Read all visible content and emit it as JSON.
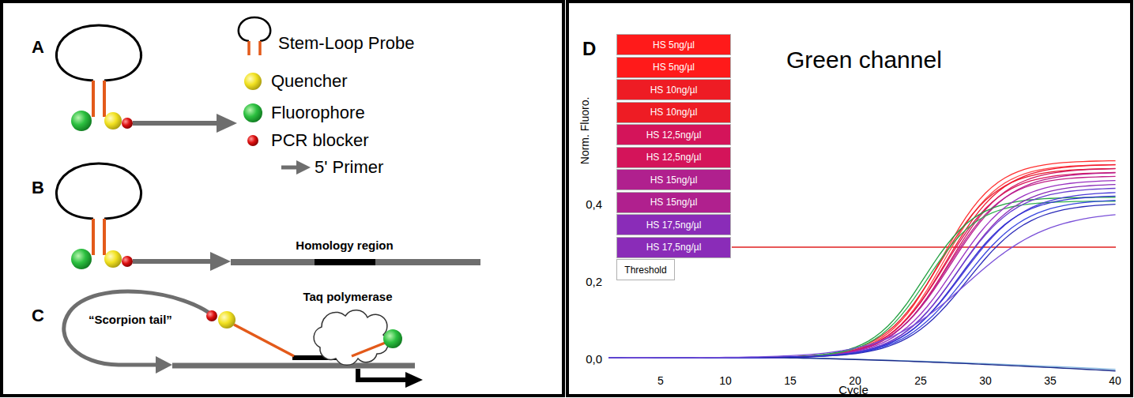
{
  "diagram": {
    "labels": [
      "A",
      "Stem-Loop Probe",
      "Quencher",
      "Fluorophore",
      "PCR blocker",
      "5' Primer",
      "B",
      "Homology region",
      "C",
      "Taq polymerase",
      "“Scorpion tail”",
      "D",
      "Green channel",
      "Norm. Fluoro.",
      "0,4",
      "0,2",
      "0,0",
      "5",
      "10",
      "15",
      "20",
      "25",
      "30",
      "35",
      "40",
      "Cycle"
    ],
    "legend": [
      {
        "text": "HS 5ng/µl",
        "color": "#ff1a1a"
      },
      {
        "text": "HS 5ng/µl",
        "color": "#ff1a1a"
      },
      {
        "text": "HS 10ng/µl",
        "color": "#ee1c24"
      },
      {
        "text": "HS 10ng/µl",
        "color": "#ee1c24"
      },
      {
        "text": "HS 12,5ng/µl",
        "color": "#d4145a"
      },
      {
        "text": "HS 12,5ng/µl",
        "color": "#d4145a"
      },
      {
        "text": "HS 15ng/µl",
        "color": "#b0208e"
      },
      {
        "text": "HS 15ng/µl",
        "color": "#b0208e"
      },
      {
        "text": "HS 17,5ng/µl",
        "color": "#8a2cb8"
      },
      {
        "text": "HS 17,5ng/µl",
        "color": "#8a2cb8"
      },
      {
        "text": "Threshold"
      }
    ]
  }
}
